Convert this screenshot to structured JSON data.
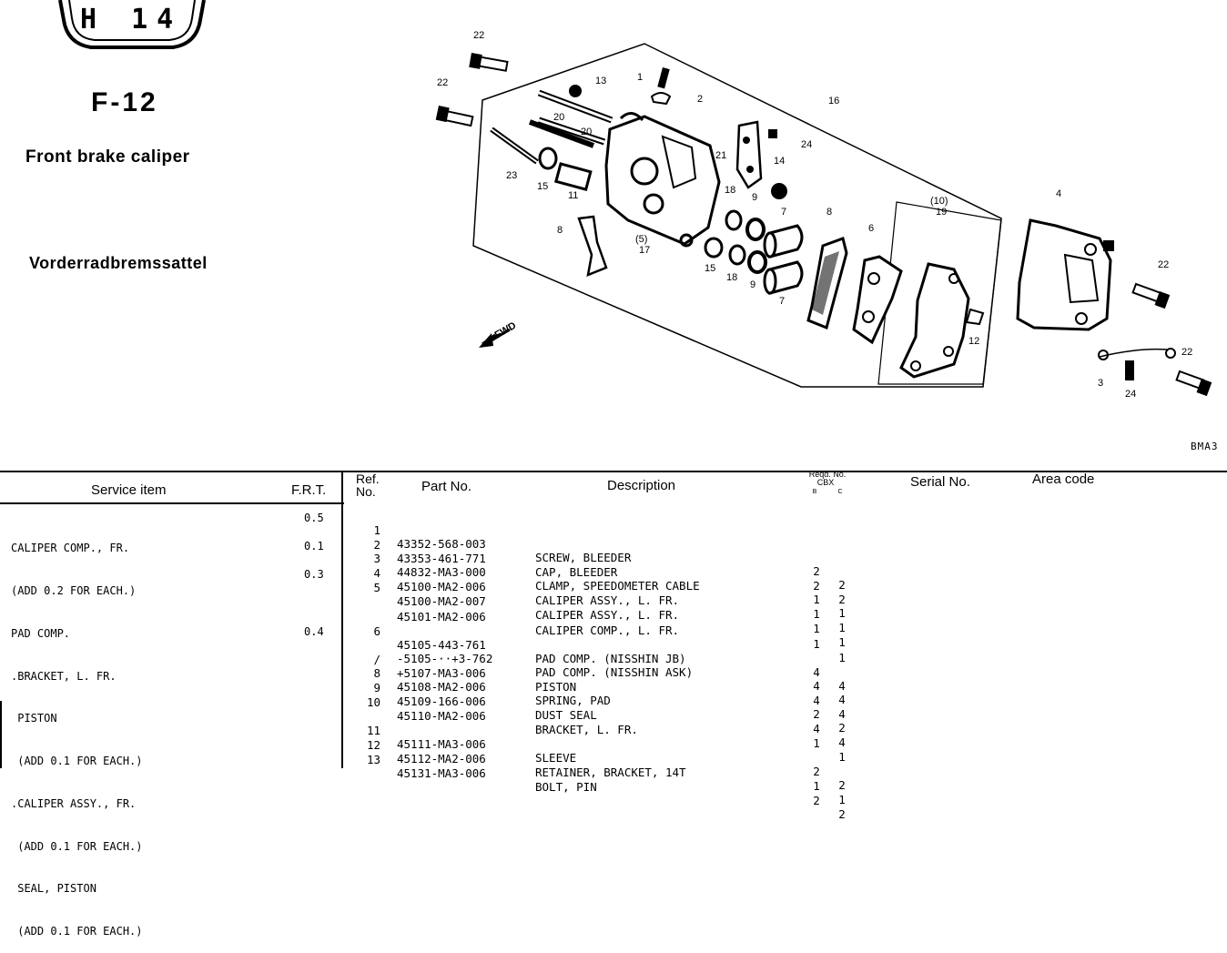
{
  "header": {
    "badge_label": "H  14",
    "section_code": "F-12",
    "title_en": "Front brake caliper",
    "title_de": "Vorderradbremssattel"
  },
  "diagram": {
    "code": "BMA3",
    "fwd_label": "FWD",
    "callouts": [
      "22",
      "22",
      "1",
      "2",
      "13",
      "16",
      "20",
      "20",
      "21",
      "24",
      "23",
      "15",
      "11",
      "14",
      "18",
      "9",
      "7",
      "(5)",
      "17",
      "8",
      "15",
      "18",
      "9",
      "7",
      "8",
      "6",
      "(10)",
      "19",
      "4",
      "22",
      "12",
      "22",
      "3",
      "24"
    ]
  },
  "table": {
    "headers": {
      "service_item": "Service item",
      "frt": "F.R.T.",
      "ref_no": "Ref.\nNo.",
      "part_no": "Part No.",
      "description": "Description",
      "reqd_no": "Reqd. No.",
      "cbx": "CBX",
      "col_b": "B",
      "col_c": "C",
      "serial_no": "Serial No.",
      "area_code": "Area code"
    },
    "service_items": [
      "CALIPER COMP., FR.",
      "(ADD 0.2 FOR EACH.)",
      "PAD COMP.",
      ".BRACKET, L. FR.",
      " PISTON",
      " (ADD 0.1 FOR EACH.)",
      ".CALIPER ASSY., FR.",
      " (ADD 0.1 FOR EACH.)",
      " SEAL, PISTON",
      " (ADD 0.1 FOR EACH.)"
    ],
    "frt_values": [
      "0.5",
      "0.1",
      "0.3",
      "0.4"
    ],
    "parts": [
      {
        "ref": "1",
        "part": "43352-568-003",
        "desc": "SCREW, BLEEDER",
        "b": "2",
        "c": "2"
      },
      {
        "ref": "2",
        "part": "43353-461-771",
        "desc": "CAP, BLEEDER",
        "b": "2",
        "c": "2"
      },
      {
        "ref": "3",
        "part": "44832-MA3-000",
        "desc": "CLAMP, SPEEDOMETER CABLE",
        "b": "1",
        "c": "1"
      },
      {
        "ref": "4",
        "part": "45100-MA2-006",
        "desc": "CALIPER ASSY., L. FR.",
        "b": "1",
        "c": "1"
      },
      {
        "ref": "5",
        "part": "45100-MA2-007",
        "desc": "CALIPER ASSY., L. FR.",
        "b": "1",
        "c": "1"
      },
      {
        "ref": "",
        "part": "45101-MA2-006",
        "desc": "CALIPER COMP., L. FR.",
        "b": "1",
        "c": "1"
      },
      {
        "ref": "6",
        "part": "45105-443-761",
        "desc": "PAD COMP. (NISSHIN JB)",
        "b": "4",
        "c": "4"
      },
      {
        "ref": "",
        "part": "-5105-··+3-762",
        "desc": "PAD COMP. (NISSHIN ASK)",
        "b": "4",
        "c": "4"
      },
      {
        "ref": "/",
        "part": "+5107-MA3-006",
        "desc": "PISTON",
        "b": "4",
        "c": "4"
      },
      {
        "ref": "8",
        "part": "45108-MA2-006",
        "desc": "SPRING, PAD",
        "b": "2",
        "c": "2"
      },
      {
        "ref": "9",
        "part": "45109-166-006",
        "desc": "DUST SEAL",
        "b": "4",
        "c": "4"
      },
      {
        "ref": "10",
        "part": "45110-MA2-006",
        "desc": "BRACKET, L. FR.",
        "b": "1",
        "c": "1"
      },
      {
        "ref": "11",
        "part": "45111-MA3-006",
        "desc": "SLEEVE",
        "b": "2",
        "c": "2"
      },
      {
        "ref": "12",
        "part": "45112-MA2-006",
        "desc": "RETAINER, BRACKET, 14T",
        "b": "1",
        "c": "1"
      },
      {
        "ref": "13",
        "part": "45131-MA3-006",
        "desc": "BOLT, PIN",
        "b": "2",
        "c": "2"
      }
    ]
  }
}
